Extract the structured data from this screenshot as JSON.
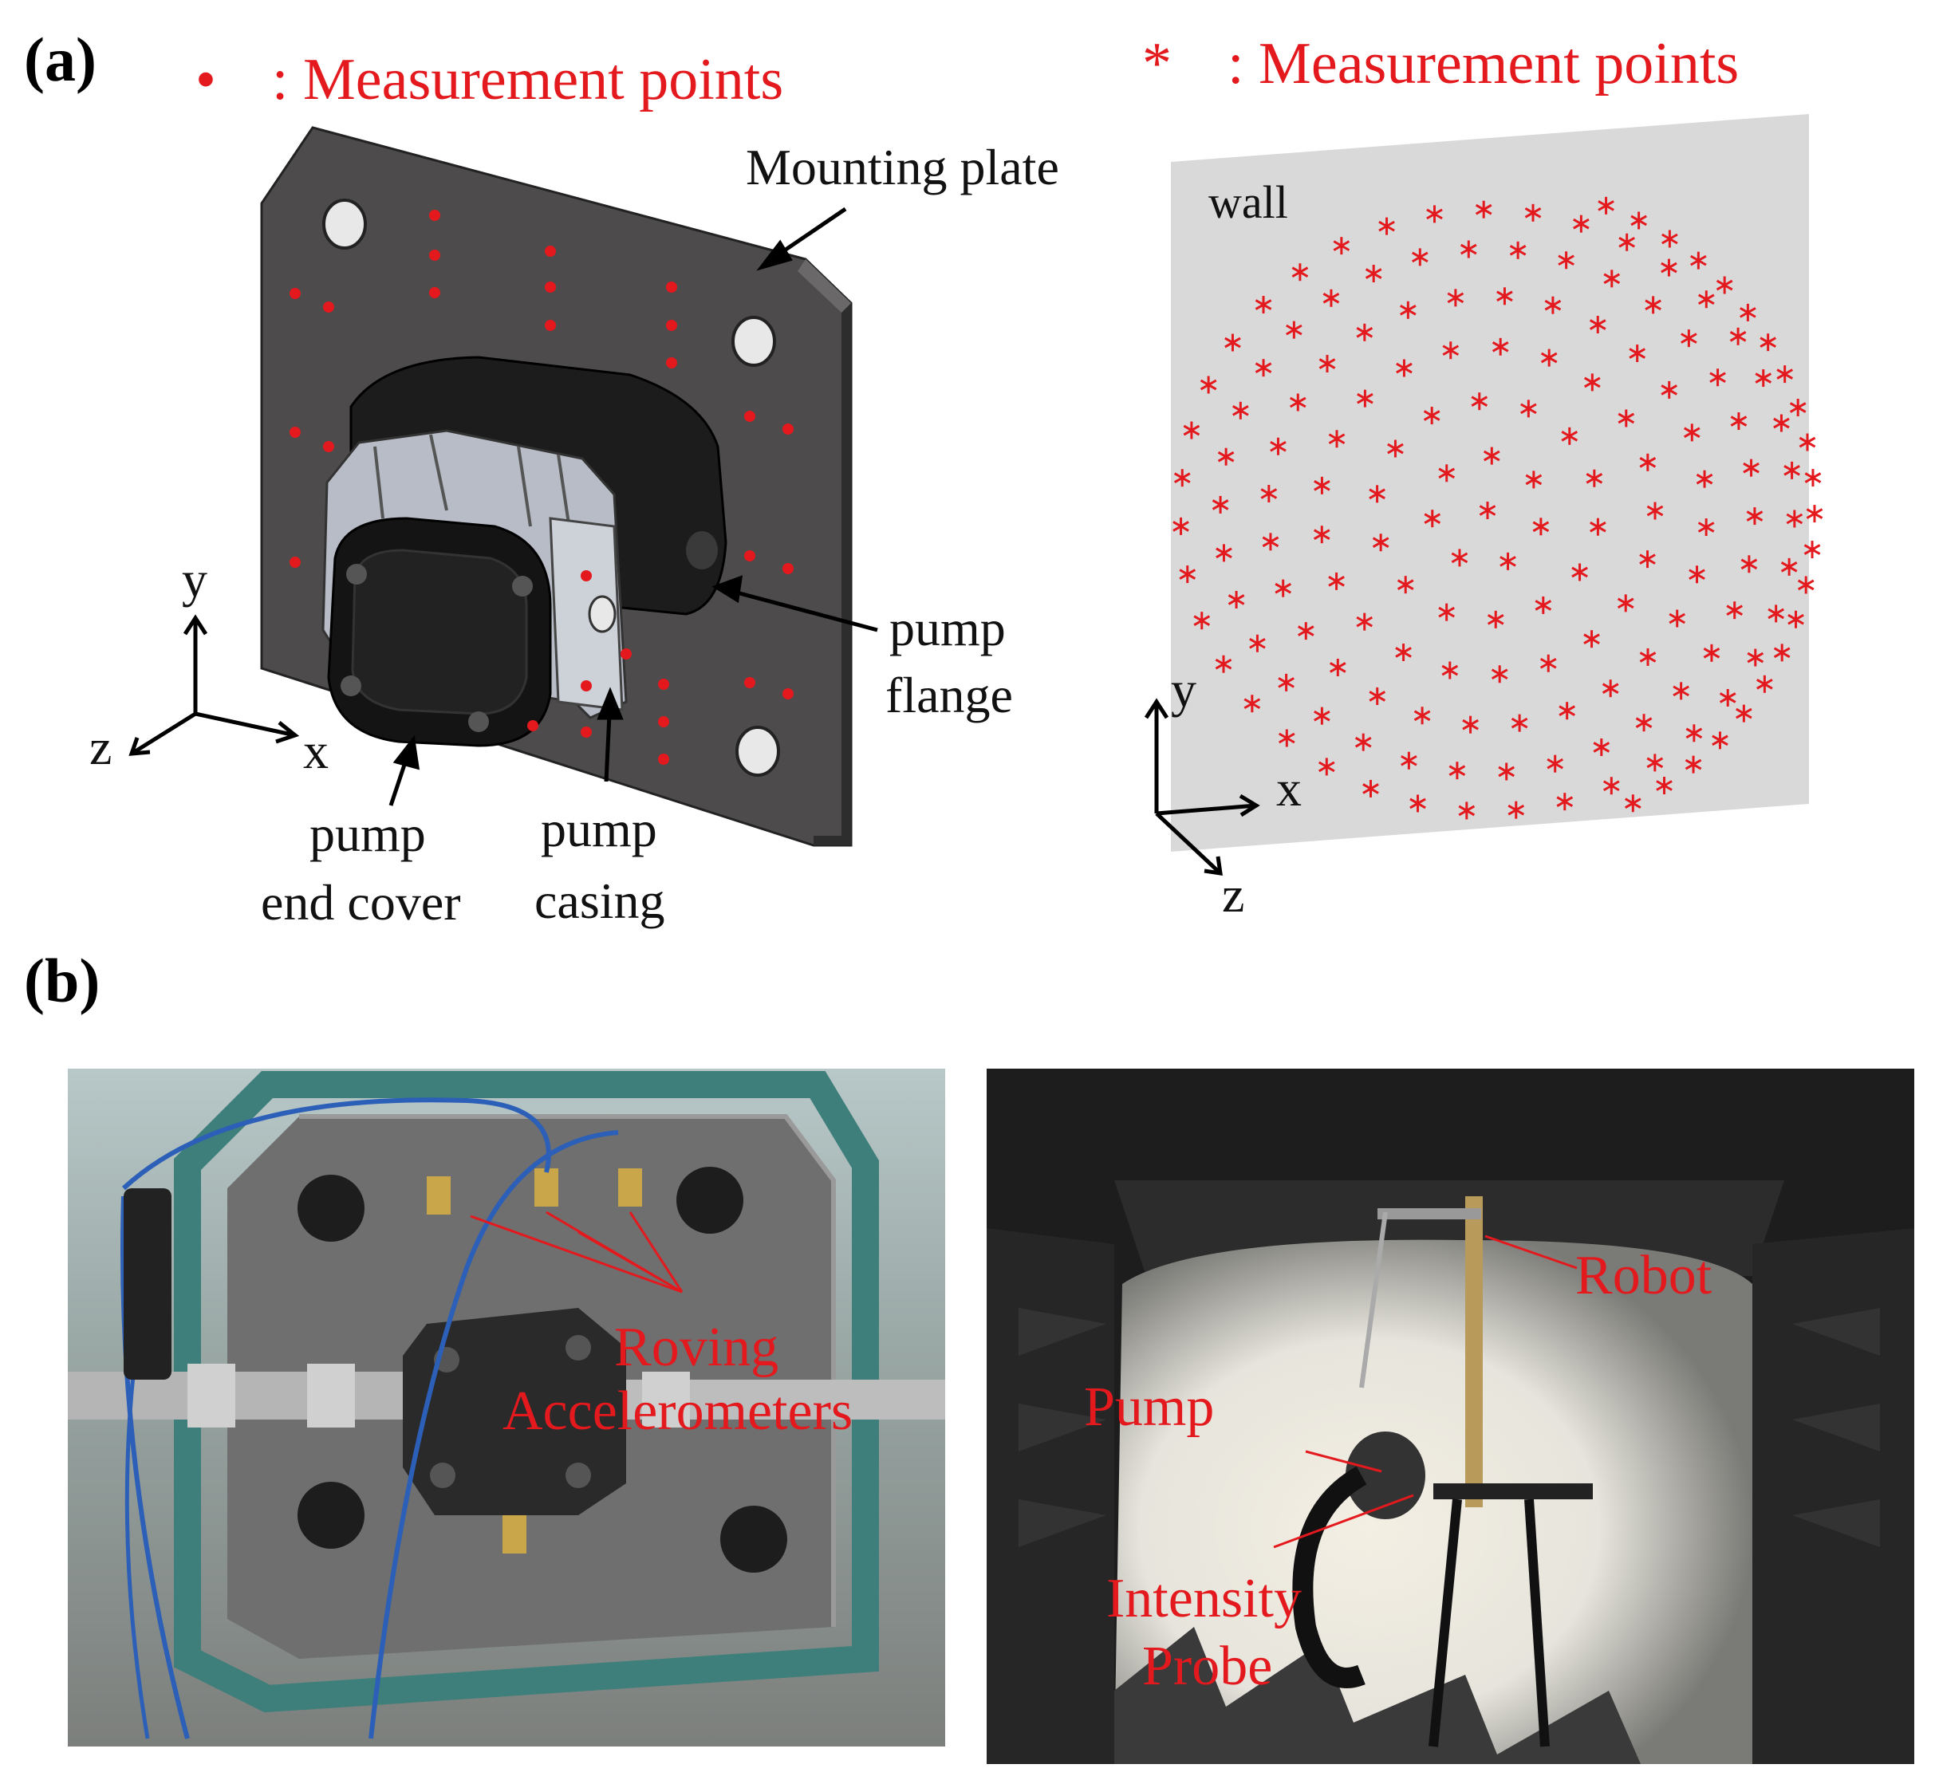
{
  "panel_a": {
    "label": "(a)",
    "left": {
      "legend_marker": "•",
      "legend_text": ": Measurement points",
      "labels": {
        "mounting_plate": "Mounting plate",
        "pump_flange_1": "pump",
        "pump_flange_2": "flange",
        "pump_end_cover_1": "pump",
        "pump_end_cover_2": "end cover",
        "pump_casing_1": "pump",
        "pump_casing_2": "casing"
      },
      "axes": {
        "x": "x",
        "y": "y",
        "z": "z"
      }
    },
    "right": {
      "legend_marker": "*",
      "legend_text": ": Measurement points",
      "wall_label": "wall",
      "axes": {
        "x": "x",
        "y": "y",
        "z": "z"
      }
    }
  },
  "panel_b": {
    "label": "(b)",
    "left_photo": {
      "label_1": "Roving",
      "label_2": "Accelerometers"
    },
    "right_photo": {
      "robot": "Robot",
      "pump": "Pump",
      "probe_1": "Intensity",
      "probe_2": "Probe"
    }
  },
  "colors": {
    "marker": "#e3191e",
    "plate": "#4a4848",
    "wall": "#d9d9d9"
  }
}
